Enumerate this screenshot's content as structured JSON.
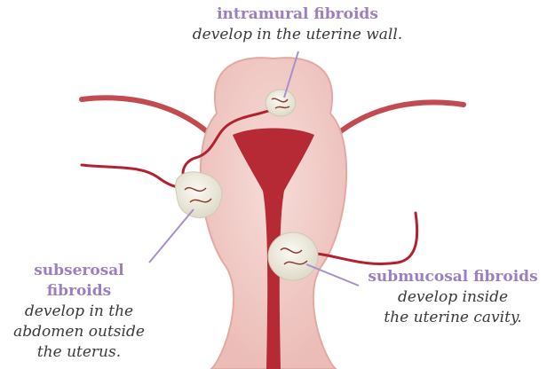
{
  "colors": {
    "label_title": "#9b7fc0",
    "label_text": "#3a3a3a",
    "pointer_line": "#a78fcc",
    "tissue": "#f1cdc9",
    "tissue_edge": "#e3a9a4",
    "cavity": "#b52a35",
    "vessel": "#b3212e",
    "fibroid": "#eeeade"
  },
  "labels": {
    "intramural": {
      "title": "intramural fibroids",
      "desc_lines": [
        "develop in the uterine wall."
      ]
    },
    "subserosal": {
      "title": "subserosal fibroids",
      "desc_lines": [
        "develop in the",
        "abdomen outside",
        "the uterus."
      ]
    },
    "submucosal": {
      "title": "submucosal fibroids",
      "desc_lines": [
        "develop inside",
        "the uterine cavity."
      ]
    }
  }
}
